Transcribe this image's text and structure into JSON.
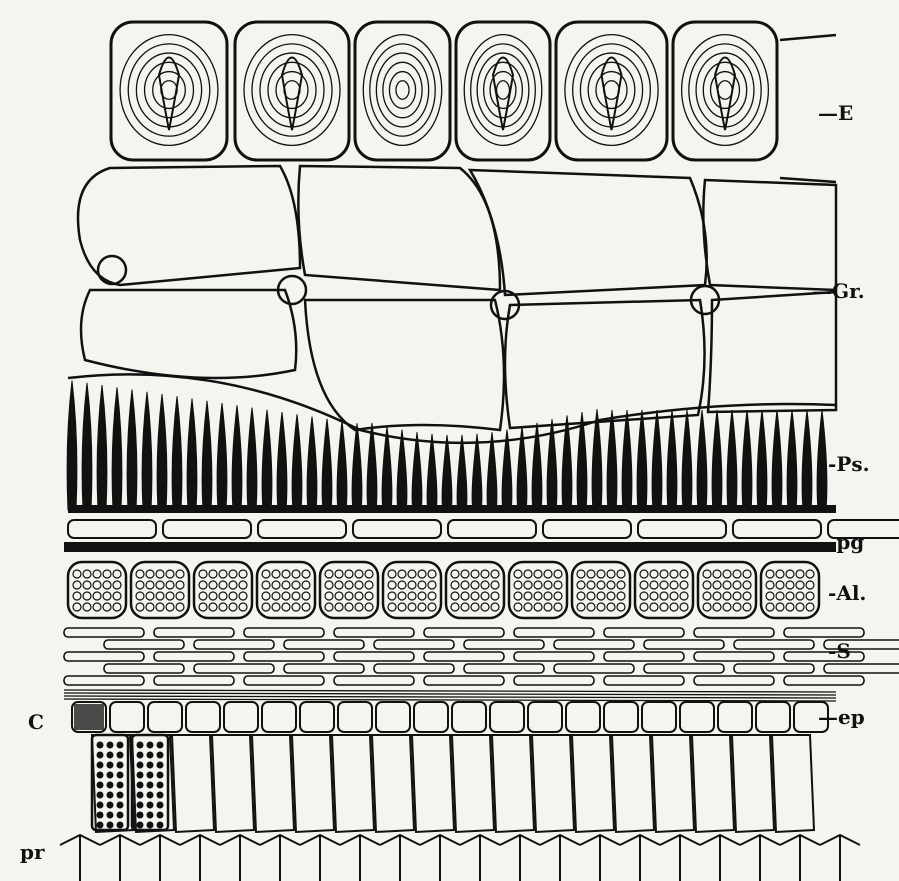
{
  "labels": {
    "E": "E",
    "Gr": "Gr.",
    "Ps": "Ps.",
    "pg": "pg",
    "Al": "Al.",
    "S": "S",
    "ep": "ep",
    "C": "C",
    "pr": "pr"
  },
  "colors": {
    "ink": "#111111",
    "paper": "#f6f4ef"
  }
}
